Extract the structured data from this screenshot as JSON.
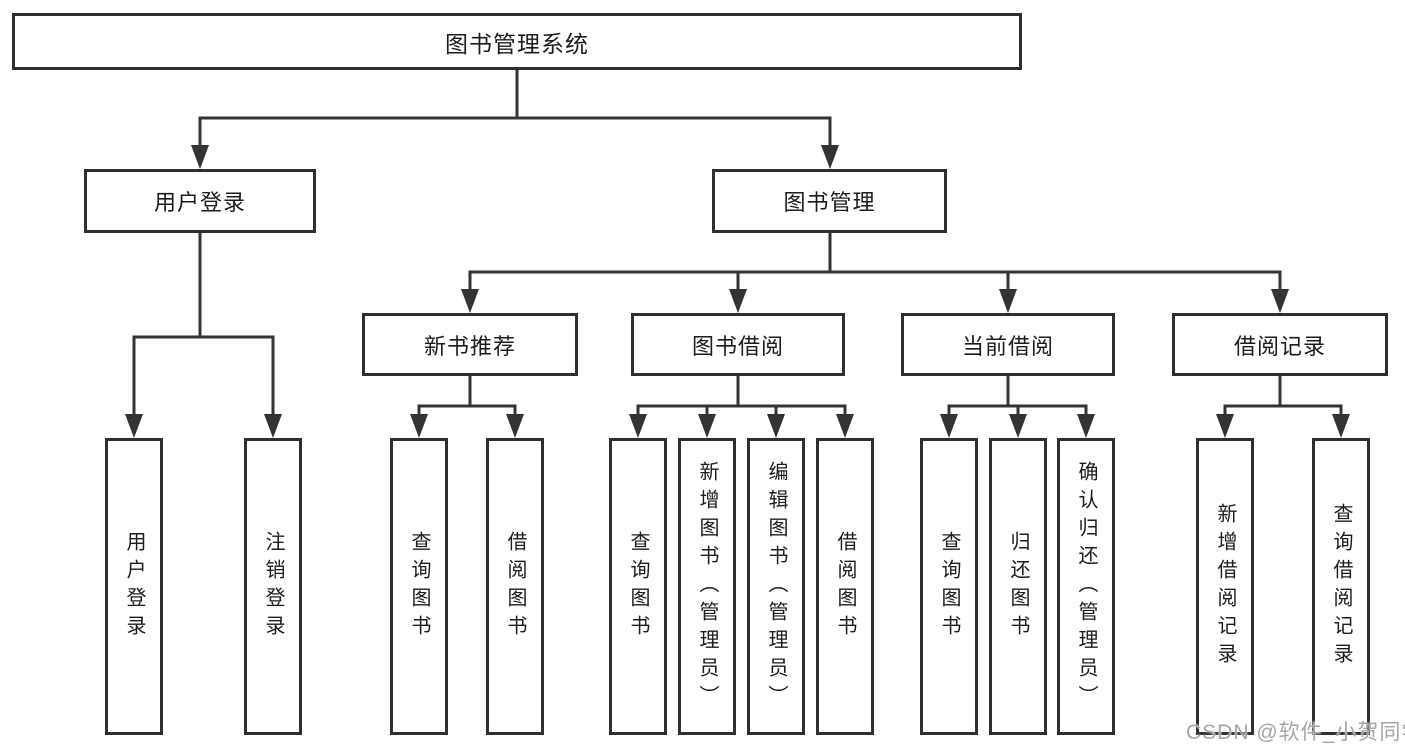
{
  "diagram": {
    "root": {
      "label": "图书管理系统"
    },
    "branches": [
      {
        "label": "用户登录",
        "children": [
          {
            "label": "用户登录"
          },
          {
            "label": "注销登录"
          }
        ]
      },
      {
        "label": "图书管理",
        "children": [
          {
            "label": "新书推荐",
            "children": [
              {
                "label": "查询图书"
              },
              {
                "label": "借阅图书"
              }
            ]
          },
          {
            "label": "图书借阅",
            "children": [
              {
                "label": "查询图书"
              },
              {
                "label": "新增图书（管理员）"
              },
              {
                "label": "编辑图书（管理员）"
              },
              {
                "label": "借阅图书"
              }
            ]
          },
          {
            "label": "当前借阅",
            "children": [
              {
                "label": "查询图书"
              },
              {
                "label": "归还图书"
              },
              {
                "label": "确认归还（管理员）"
              }
            ]
          },
          {
            "label": "借阅记录",
            "children": [
              {
                "label": "新增借阅记录"
              },
              {
                "label": "查询借阅记录"
              }
            ]
          }
        ]
      }
    ],
    "colors": {
      "line": "#333333",
      "box_border": "#2f2f2f",
      "text": "#1c1c1c",
      "watermark": "#a6a6a6",
      "background": "#ffffff"
    }
  },
  "watermark": {
    "text": "CSDN @软件_小贺同学"
  }
}
